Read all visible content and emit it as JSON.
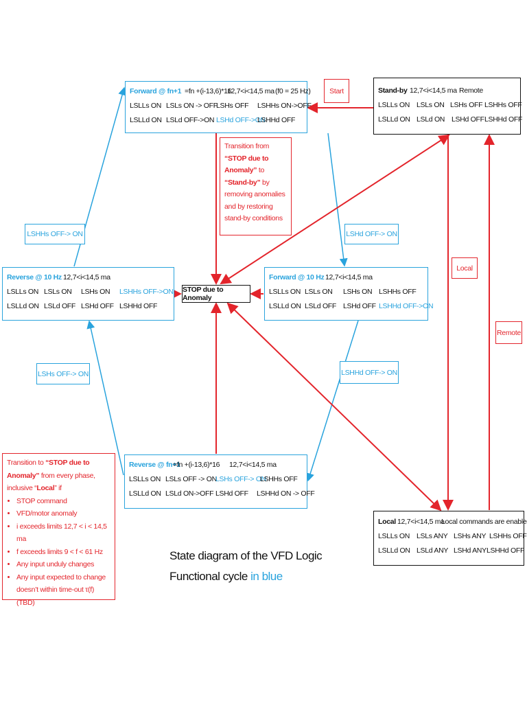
{
  "forward_fn1": {
    "title": "Forward @ fn+1",
    "formula": "=fn +(i-13,6)*16",
    "range": "12,7<i<14,5 ma",
    "f0": "(f0 = 25 Hz)",
    "r1": [
      "LSLLs ON",
      "LSLs ON -> OFF",
      "LSHs OFF",
      "LSHHs ON->OFF"
    ],
    "r2": [
      "LSLLd ON",
      "LSLd OFF->ON",
      "LSHd OFF->ON",
      "LSHHd OFF"
    ]
  },
  "standby": {
    "title": "Stand-by",
    "range": "12,7<i<14,5 ma",
    "mode": "Remote",
    "r1": [
      "LSLLs ON",
      "LSLs ON",
      "LSHs OFF",
      "LSHHs OFF"
    ],
    "r2": [
      "LSLLd ON",
      "LSLd ON",
      "LSHd OFF",
      "LSHHd OFF"
    ]
  },
  "reverse_10": {
    "title": "Reverse @ 10 Hz",
    "range": "12,7<i<14,5 ma",
    "r1": [
      "LSLLs ON",
      "LSLs ON",
      "LSHs ON",
      "LSHHs OFF->ON"
    ],
    "r2": [
      "LSLLd ON",
      "LSLd OFF",
      "LSHd OFF",
      "LSHHd OFF"
    ]
  },
  "forward_10": {
    "title": "Forward @ 10 Hz",
    "range": "12,7<i<14,5 ma",
    "r1": [
      "LSLLs ON",
      "LSLs ON",
      "LSHs ON",
      "LSHHs OFF"
    ],
    "r2": [
      "LSLLd ON",
      "LSLd OFF",
      "LSHd OFF",
      "LSHHd OFF->ON"
    ]
  },
  "reverse_fn1": {
    "title": "Reverse @ fn+1",
    "formula": "=fn +(i-13,6)*16",
    "range": "12,7<i<14,5 ma",
    "r1": [
      "LSLLs ON",
      "LSLs OFF -> ON",
      "LSHs OFF-> ON",
      "LSHHs OFF"
    ],
    "r2": [
      "LSLLd ON",
      "LSLd ON->OFF",
      "LSHd OFF",
      "LSHHd ON -> OFF"
    ]
  },
  "local": {
    "title": "Local",
    "range": "12,7<i<14,5 ma",
    "desc": "Local commands are enabled",
    "r1": [
      "LSLLs ON",
      "LSLs ANY",
      "LSHs ANY",
      "LSHHs OFF"
    ],
    "r2": [
      "LSLLd ON",
      "LSLd ANY",
      "LSHd ANY",
      "LSHHd OFF"
    ]
  },
  "stop": "STOP due to Anomaly",
  "labels": {
    "start": "Start",
    "local": "Local",
    "remote": "Remote",
    "lshhs": "LSHHs OFF-> ON",
    "lshd": "LSHd OFF-> ON",
    "lshs": "LSHs OFF-> ON",
    "lshhd": "LSHHd OFF-> ON"
  },
  "note_recover": {
    "a": "Transition from ",
    "b": "“STOP due to Anomaly”",
    "c": " to ",
    "d": "“Stand-by”",
    "e": " by removing anomalies and by restoring stand-by conditions"
  },
  "note_stop": {
    "a": "Transition to ",
    "b": "“STOP due to Anomaly”",
    "c": " from  every phase, inclusive “",
    "d": "Local",
    "e": "” if",
    "items": [
      "STOP command",
      "VFD/motor anomaly",
      "i exceeds limits 12,7 < i < 14,5 ma",
      "f exceeds limits 9 < f < 61 Hz",
      "Any input unduly changes",
      "Any input expected to change doesn’t within time-out τ(f) (TBD)"
    ]
  },
  "caption": {
    "line1": "State diagram of the VFD Logic",
    "line2a": "Functional cycle ",
    "line2b": "in blue"
  },
  "colors": {
    "blue": "#29a3dd",
    "red": "#e3242b"
  }
}
